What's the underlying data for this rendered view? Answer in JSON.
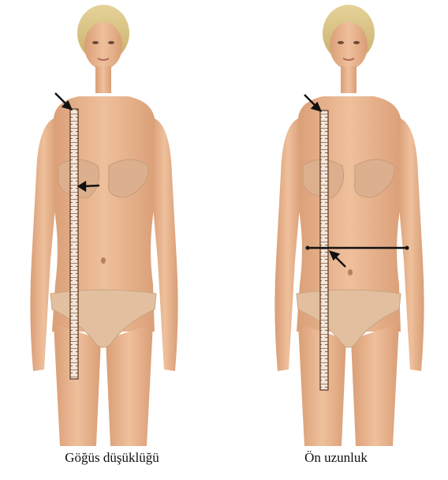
{
  "figures": [
    {
      "caption": "Göğüs düşüklüğü",
      "measure": "bust-drop"
    },
    {
      "caption": "Ön uzunluk",
      "measure": "front-length"
    }
  ],
  "colors": {
    "skin": "#e8b48f",
    "skin_shadow": "#cf9670",
    "hair": "#d8c27e",
    "bra": "#dcb08e",
    "tape": "#8a5a3c",
    "arrow": "#111111"
  }
}
